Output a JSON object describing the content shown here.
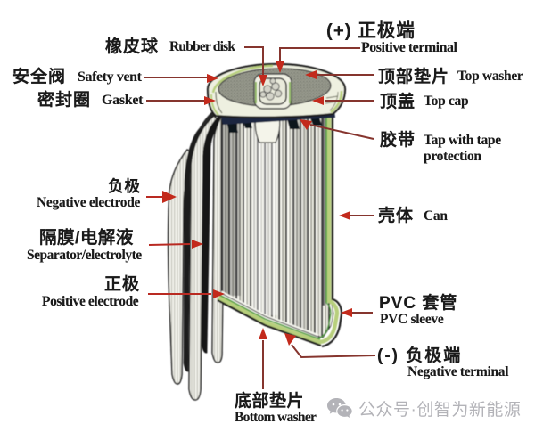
{
  "page": {
    "background": "#ffffff",
    "kind": "battery cutaway diagram"
  },
  "colors": {
    "arrow_red": "#c32b1d",
    "leader_maroon": "#86342e",
    "text_black": "#141414",
    "watermark_gray": "#b3b3b8",
    "can_green": "#b7cf7b",
    "separator_green": "#4f9f3c",
    "washer_gray": "#95978b"
  },
  "diagram": {
    "labels": [
      {
        "id": "rubber-disk",
        "zh": "橡皮球",
        "en": "Rubber disk"
      },
      {
        "id": "positive-terminal",
        "zh": "(+) 正极端",
        "en": "Positive terminal"
      },
      {
        "id": "safety-vent",
        "zh": "安全阀",
        "en": "Safety vent"
      },
      {
        "id": "gasket",
        "zh": "密封圈",
        "en": "Gasket"
      },
      {
        "id": "top-washer",
        "zh": "顶部垫片",
        "en": "Top washer"
      },
      {
        "id": "top-cap",
        "zh": "顶盖",
        "en": "Top cap"
      },
      {
        "id": "tape",
        "zh": "胶带",
        "en": "Tap with tape protection"
      },
      {
        "id": "can",
        "zh": "壳体",
        "en": "Can"
      },
      {
        "id": "pvc-sleeve",
        "zh": "PVC 套管",
        "en": "PVC sleeve"
      },
      {
        "id": "negative-terminal",
        "zh": "(-) 负极端",
        "en": "Negative terminal"
      },
      {
        "id": "negative-electrode",
        "zh": "负极",
        "en": "Negative electrode"
      },
      {
        "id": "separator",
        "zh": "隔膜/电解液",
        "en": "Separator/electrolyte"
      },
      {
        "id": "positive-electrode",
        "zh": "正极",
        "en": "Positive electrode"
      },
      {
        "id": "bottom-washer",
        "zh": "底部垫片",
        "en": "Bottom washer"
      }
    ],
    "watermark": {
      "icon": "wechat-icon",
      "text": "公众号·创智为新能源"
    }
  }
}
